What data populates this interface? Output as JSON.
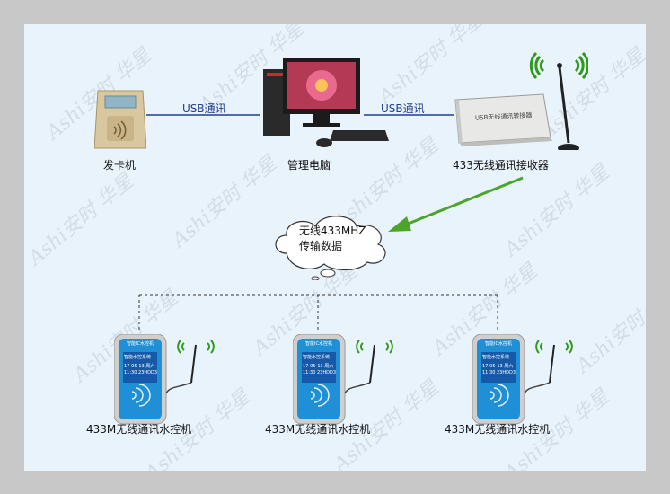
{
  "watermark": {
    "text": "Ashi安时",
    "sub": "华星"
  },
  "nodes": {
    "card_issuer": {
      "label": "发卡机"
    },
    "computer": {
      "label": "管理电脑"
    },
    "receiver": {
      "label": "433无线通讯接收器",
      "box_text": "USB无线通讯转接器"
    }
  },
  "links": {
    "left": {
      "label": "USB通讯"
    },
    "right": {
      "label": "USB通讯"
    }
  },
  "cloud": {
    "line1": "无线433MHZ",
    "line2": "传输数据"
  },
  "controllers": [
    {
      "label": "433M无线通讯水控机",
      "screen_title": "智能IC水控机",
      "screen_sub": "智能水控系统",
      "screen_date": "17-05-13 周六",
      "screen_time": "11:30 23HDD3"
    },
    {
      "label": "433M无线通讯水控机",
      "screen_title": "智能IC水控机",
      "screen_sub": "智能水控系统",
      "screen_date": "17-05-13 周六",
      "screen_time": "11:30 23HDD3"
    },
    {
      "label": "433M无线通讯水控机",
      "screen_title": "智能IC水控机",
      "screen_sub": "智能水控系统",
      "screen_date": "17-05-13 周六",
      "screen_time": "11:30 23HDD3"
    }
  ],
  "colors": {
    "link": "#1f3f8f",
    "arrow": "#4aa52a",
    "signal": "#2e9a1c",
    "frame": "#c8c8c8",
    "canvas": "#e9f3fb"
  }
}
